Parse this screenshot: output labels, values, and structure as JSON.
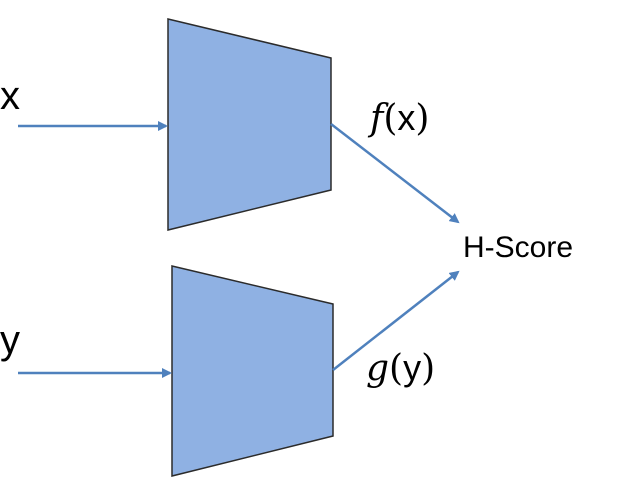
{
  "inputs": {
    "top": "x",
    "bottom": "y"
  },
  "outputs": {
    "top": {
      "fn": "f",
      "open": "(",
      "arg": "x",
      "close": ")"
    },
    "bottom": {
      "fn": "g",
      "open": "(",
      "arg": "y",
      "close": ")"
    }
  },
  "target": "H-Score",
  "colors": {
    "block_fill": "#8fb1e3",
    "block_stroke": "#2b2b2b",
    "arrow": "#4f81bd"
  }
}
